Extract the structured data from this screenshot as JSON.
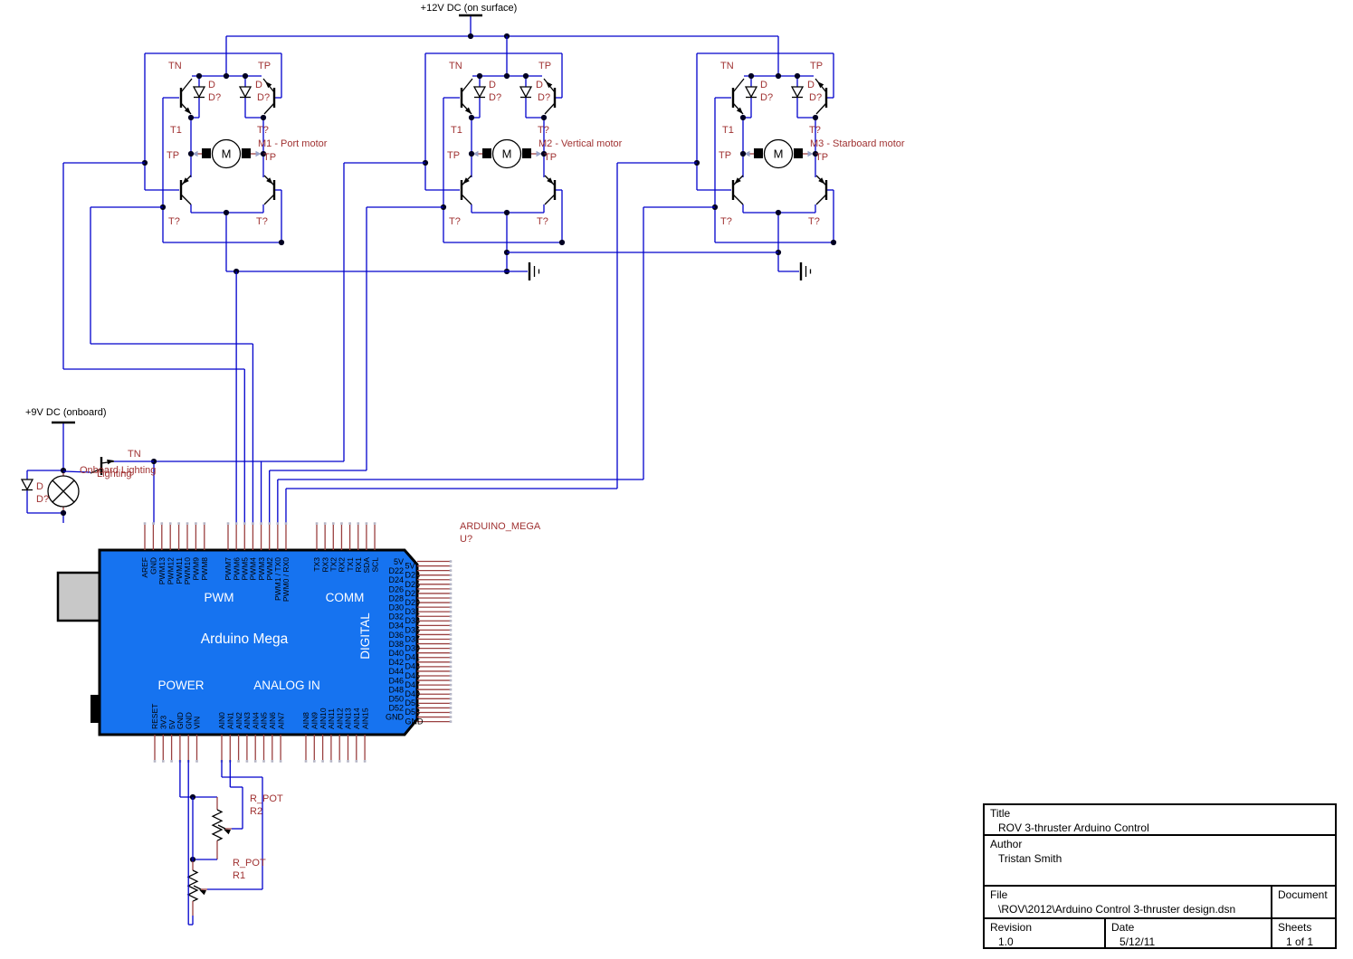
{
  "power": {
    "v12": "+12V DC (on surface)",
    "v9": "+9V DC (onboard)"
  },
  "bridges": [
    {
      "tn": "TN",
      "tp": "TP",
      "d": "D",
      "dq": "D?",
      "t1": "T1",
      "tq": "T?",
      "tp_left": "TP",
      "tp_right": "TP",
      "tq_bl": "T?",
      "tq_br": "T?",
      "motor": "M",
      "motor_label": "M1 - Port motor"
    },
    {
      "tn": "TN",
      "tp": "TP",
      "d": "D",
      "dq": "D?",
      "t1": "T1",
      "tq": "T?",
      "tp_left": "TP",
      "tp_right": "TP",
      "tq_bl": "T?",
      "tq_br": "T?",
      "motor": "M",
      "motor_label": "M2 - Vertical motor"
    },
    {
      "tn": "TN",
      "tp": "TP",
      "d": "D",
      "dq": "D?",
      "t1": "T1",
      "tq": "T?",
      "tp_left": "TP",
      "tp_right": "TP",
      "tq_bl": "T?",
      "tq_br": "T?",
      "motor": "M",
      "motor_label": "M3 - Starboard motor"
    }
  ],
  "lighting": {
    "tn": "TN",
    "label": "Onboard Lighting",
    "label2": "Lighting",
    "d": "D",
    "dq": "D?"
  },
  "pots": [
    {
      "type": "R_POT",
      "ref": "R2"
    },
    {
      "type": "R_POT",
      "ref": "R1"
    }
  ],
  "arduino": {
    "ref": "ARDUINO_MEGA",
    "refdes": "U?",
    "name": "Arduino Mega",
    "sections": {
      "pwm": "PWM",
      "comm": "COMM",
      "digital": "DIGITAL",
      "power": "POWER",
      "analog": "ANALOG IN"
    },
    "top_pins1": [
      "AREF",
      "GND",
      "PWM13",
      "PWM12",
      "PWM11",
      "PWM10",
      "PWM9",
      "PWM8"
    ],
    "top_pins2": [
      "PWM7",
      "PWM6",
      "PWM5",
      "PWM4",
      "PWM3",
      "PWM2",
      "PWM1 / TX0",
      "PWM0 / RX0"
    ],
    "comm_pins": [
      "TX3",
      "RX3",
      "TX2",
      "RX2",
      "TX1",
      "RX1",
      "SDA",
      "SCL"
    ],
    "power_pins": [
      "RESET",
      "3V3",
      "5V",
      "GND",
      "GND",
      "VIN"
    ],
    "analog_pins1": [
      "AIN0",
      "AIN1",
      "AIN2",
      "AIN3",
      "AIN4",
      "AIN5",
      "AIN6",
      "AIN7"
    ],
    "analog_pins2": [
      "AIN8",
      "AIN9",
      "AIN10",
      "AIN11",
      "AIN12",
      "AIN13",
      "AIN14",
      "AIN15"
    ],
    "right_pins_even": [
      "5V",
      "D22",
      "D24",
      "D26",
      "D28",
      "D30",
      "D32",
      "D34",
      "D36",
      "D38",
      "D40",
      "D42",
      "D44",
      "D46",
      "D48",
      "D50",
      "D52",
      "GND"
    ],
    "right_pins_odd": [
      "5V",
      "D23",
      "D25",
      "D27",
      "D29",
      "D31",
      "D33",
      "D35",
      "D37",
      "D39",
      "D41",
      "D43",
      "D45",
      "D47",
      "D49",
      "D51",
      "D53",
      "GND"
    ]
  },
  "titleblock": {
    "title_label": "Title",
    "title": "ROV 3-thruster Arduino Control",
    "author_label": "Author",
    "author": "Tristan Smith",
    "file_label": "File",
    "file": "\\ROV\\2012\\Arduino Control 3-thruster design.dsn",
    "document_label": "Document",
    "revision_label": "Revision",
    "revision": "1.0",
    "date_label": "Date",
    "date": "5/12/11",
    "sheets_label": "Sheets",
    "sheets": "1 of 1"
  },
  "colors": {
    "wire": "#0000CC",
    "label_red": "#A03232",
    "lead_maroon": "#9a4040",
    "board_blue": "#1673F0"
  }
}
